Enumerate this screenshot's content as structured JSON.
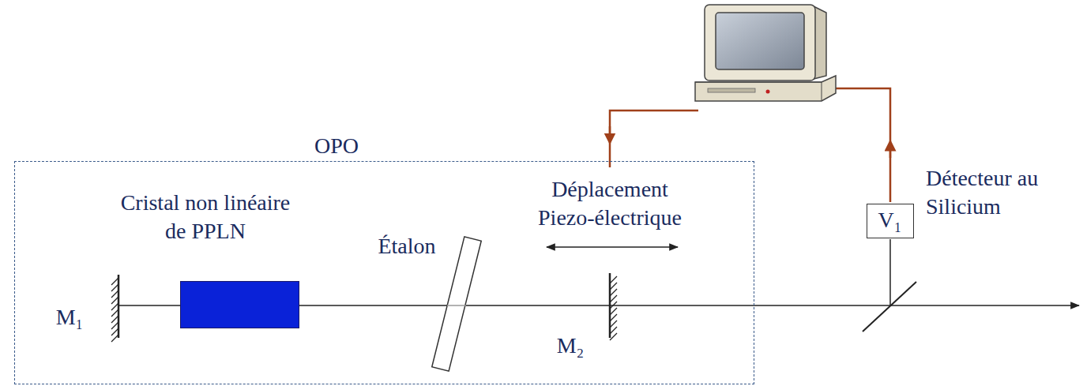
{
  "diagram": {
    "nodes": [
      {
        "text": [
          "OPO"
        ]
      },
      {
        "text": [
          "Cristal non linéaire de PPLN"
        ],
        "in": 0
      },
      {
        "text": [
          "V₁"
        ]
      }
    ],
    "labels": [
      "M₁",
      "Étalon",
      "Déplacement Piezo-électrique",
      "M₂",
      "Détecteur au Silicium"
    ]
  }
}
